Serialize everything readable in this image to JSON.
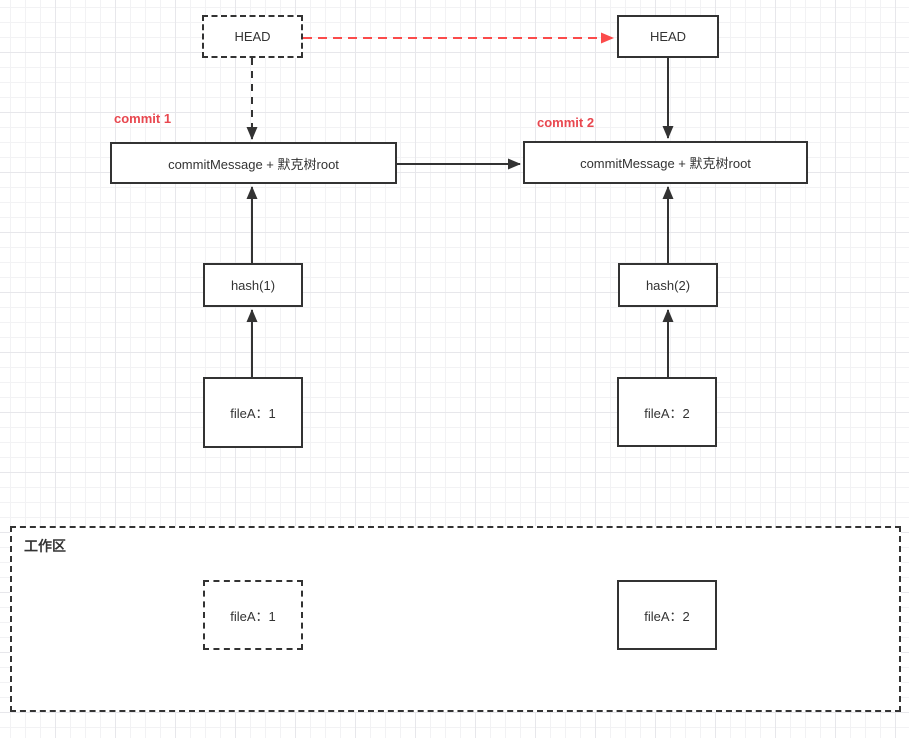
{
  "colors": {
    "accent_red": "#fb4b4b",
    "label_red": "#e8474f",
    "stroke": "#333333",
    "grid_minor": "#f2f2f4",
    "grid_major": "#e7e7eb",
    "canvas_bg": "#ffffff"
  },
  "commits": {
    "commit1": {
      "label": "commit 1",
      "head": "HEAD",
      "message": "commitMessage + 默克树root",
      "hash": "hash(1)",
      "file": "fileA：1"
    },
    "commit2": {
      "label": "commit 2",
      "head": "HEAD",
      "message": "commitMessage + 默克树root",
      "hash": "hash(2)",
      "file": "fileA：2"
    }
  },
  "workspace": {
    "title": "工作区",
    "file_before": "fileA：1",
    "file_after": "fileA：2"
  }
}
